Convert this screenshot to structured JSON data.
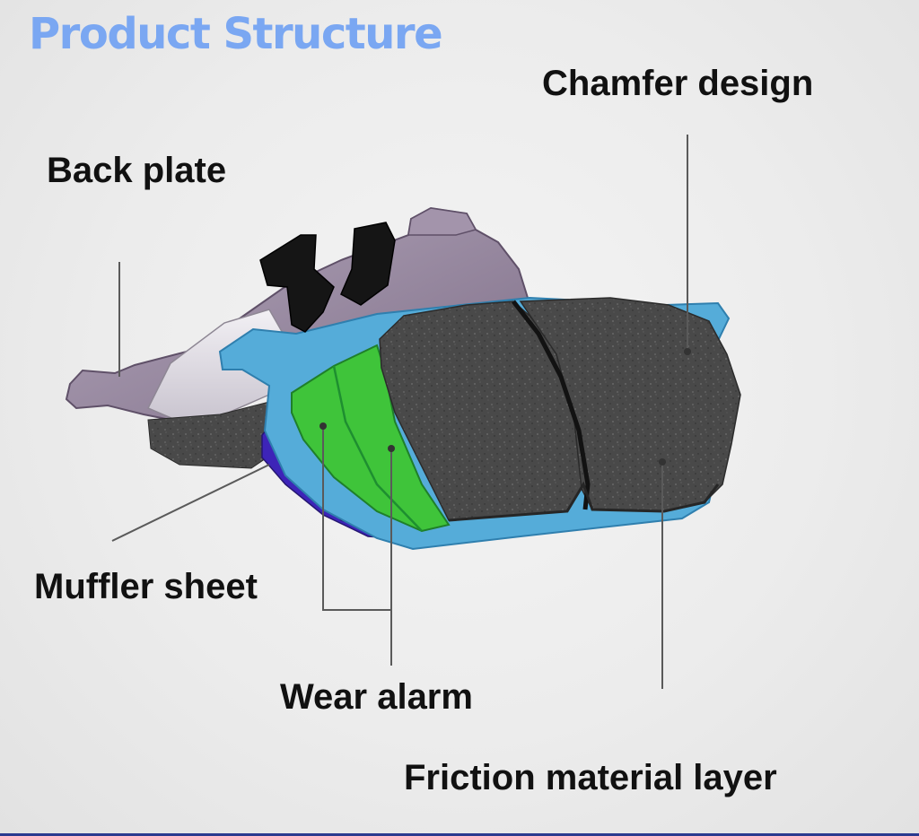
{
  "title": "Product Structure",
  "labels": {
    "chamfer_design": "Chamfer design",
    "back_plate": "Back plate",
    "muffler_sheet": "Muffler sheet",
    "wear_alarm": "Wear alarm",
    "friction_material_layer": "Friction material layer"
  },
  "colors": {
    "title": "#7aa7f2",
    "back_plate": "#9a8aa2",
    "underlayer": "#4fa9d8",
    "muffler_sheet": "#3d24b8",
    "wear_alarm": "#3fc43a",
    "friction_material": "#4a4a4a",
    "clip": "#151515",
    "leader_line": "#5a5a5a"
  }
}
